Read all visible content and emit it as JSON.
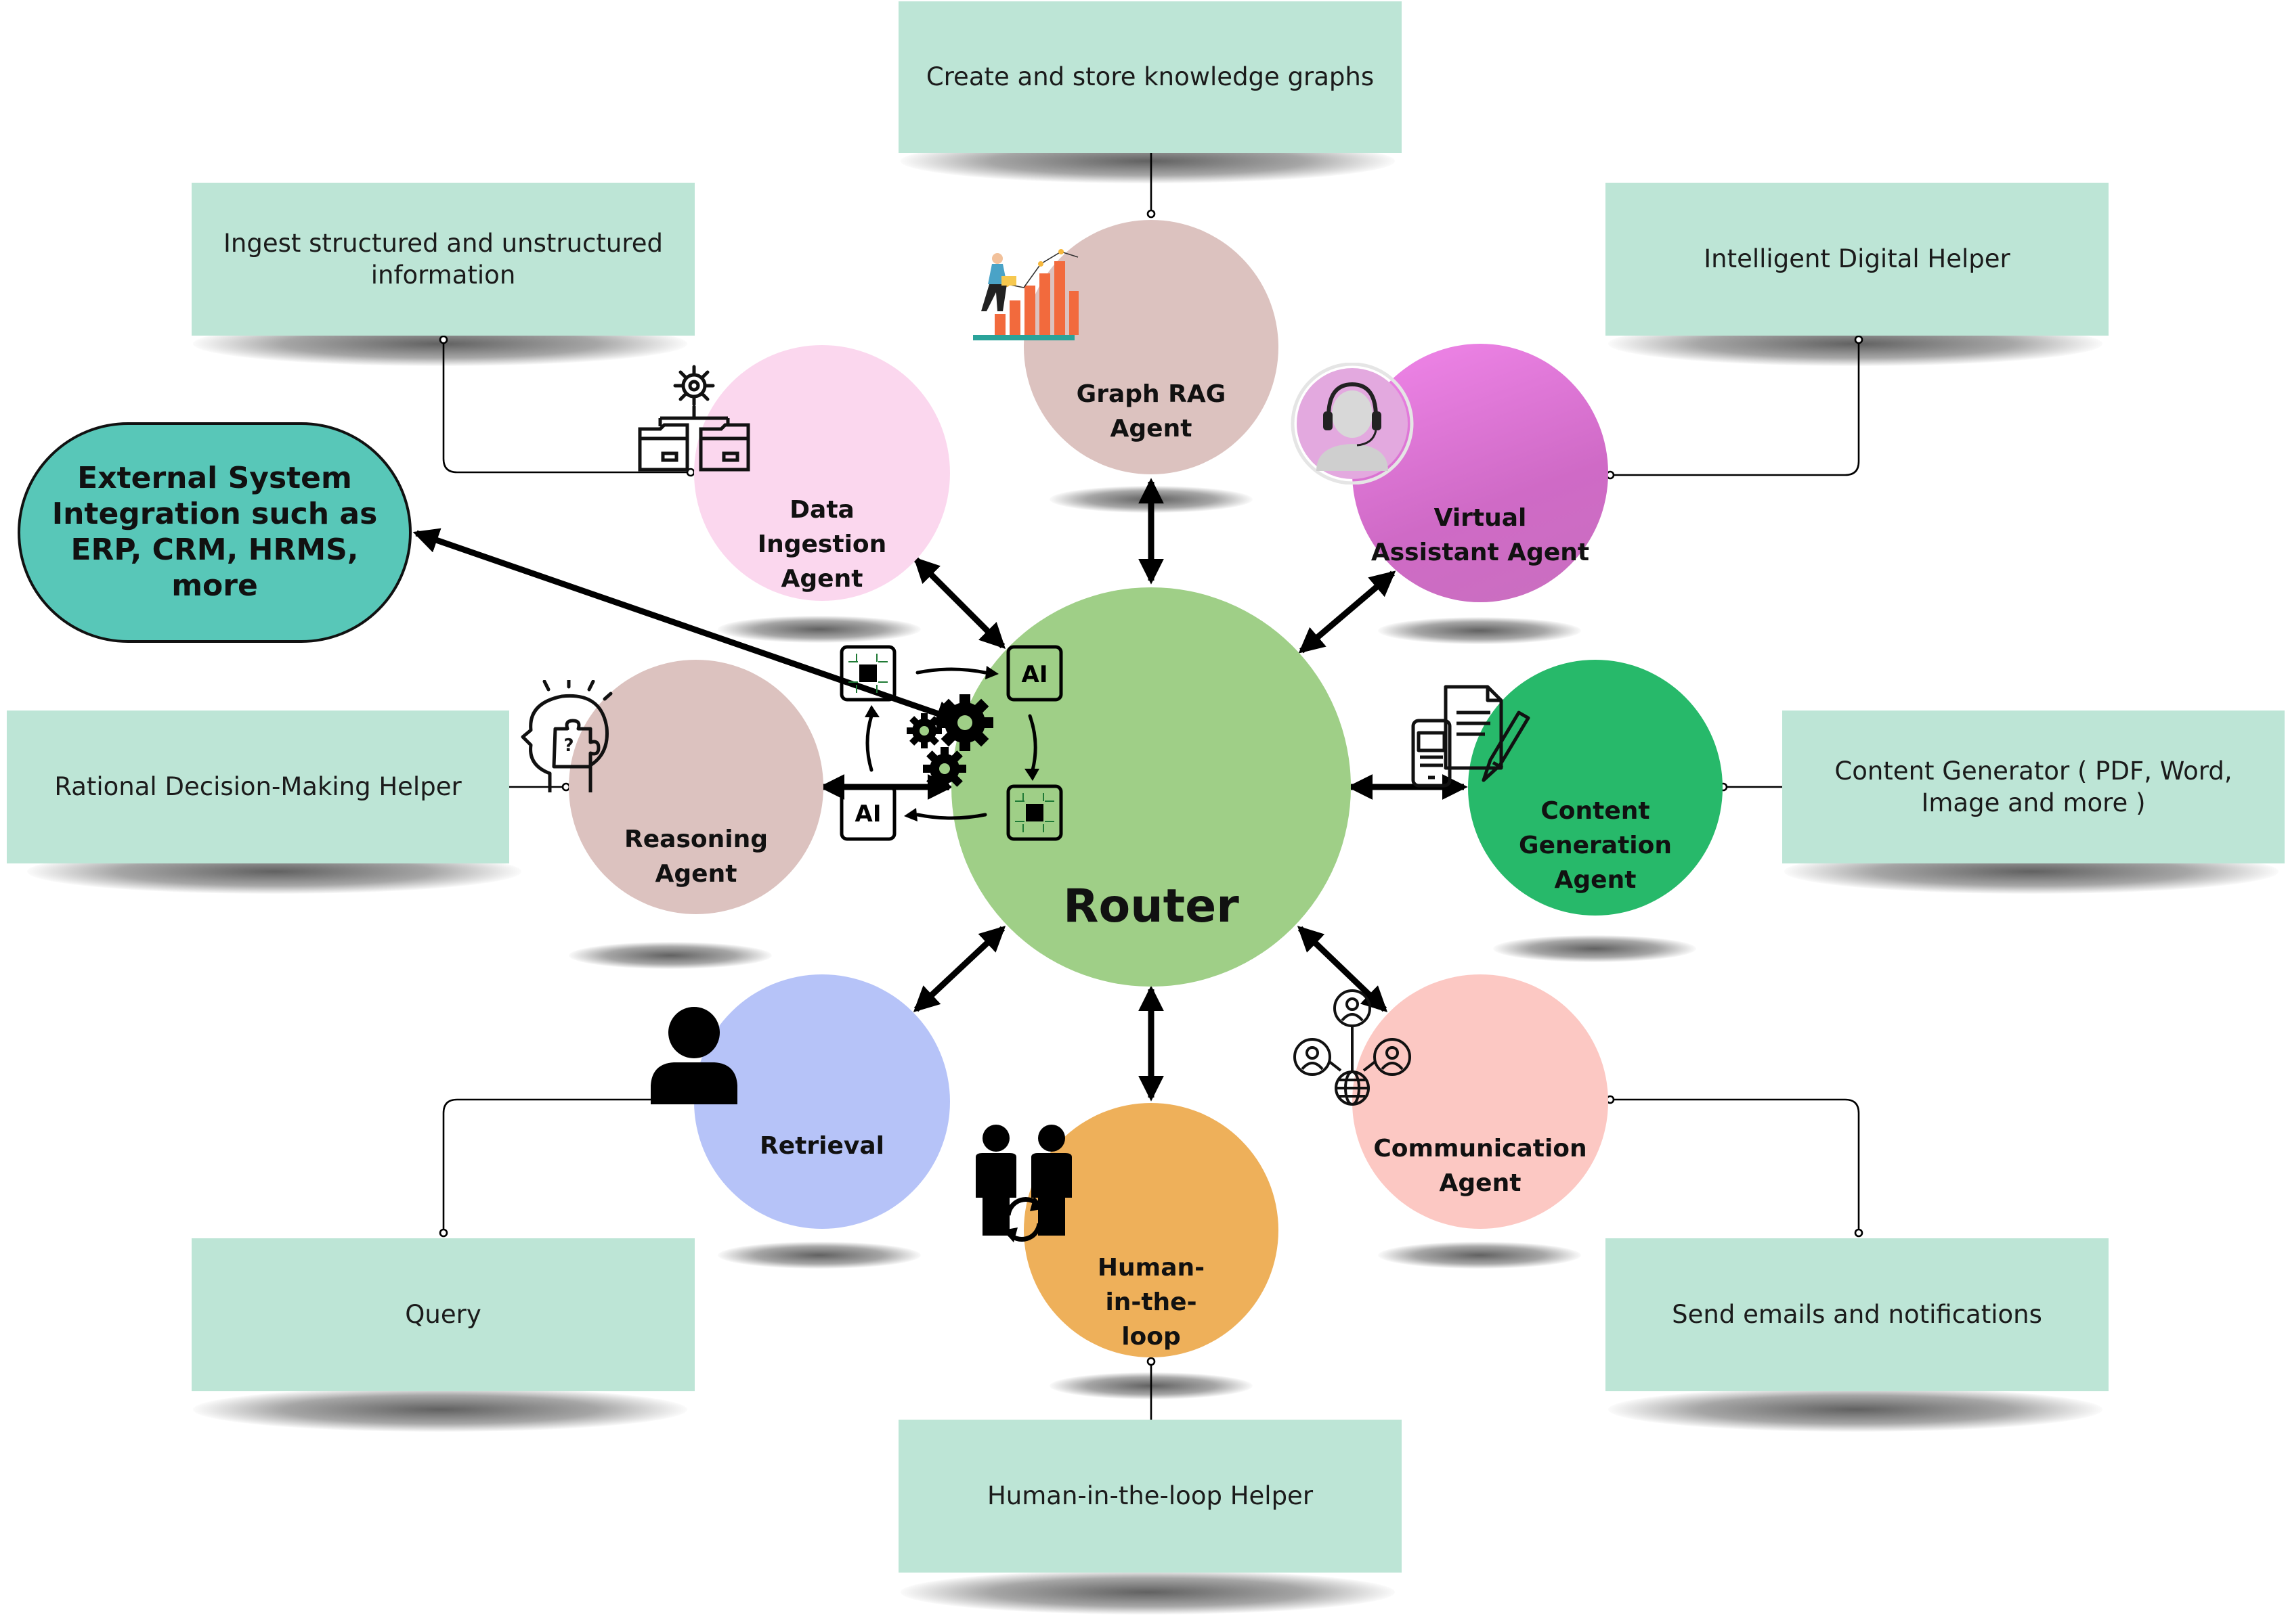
{
  "colors": {
    "box_fill": "#bde5d6",
    "router": "#9fcf87",
    "graph_rag": "#dcc2bf",
    "data_ingestion": "#fbd7ee",
    "virtual_assistant": "#d86fd6",
    "reasoning": "#dcc2bf",
    "content_generation": "#27b96a",
    "retrieval": "#b6c3f8",
    "human_in_the_loop": "#eeb05a",
    "communication": "#fcc8c3",
    "external": "#58c7b8",
    "bars": "#f26a3d"
  },
  "external_system": {
    "text": "External System Integration such as ERP, CRM, HRMS, more"
  },
  "router": {
    "label": "Router",
    "chip_label_1": "AI",
    "chip_label_2": "AI"
  },
  "agents": {
    "graph_rag": {
      "label": "Graph RAG Agent",
      "icon": "bar-chart-person-icon"
    },
    "data_ingestion": {
      "label": "Data Ingestion Agent",
      "icon": "gear-folders-icon"
    },
    "virtual_assistant": {
      "label": "Virtual Assistant Agent",
      "icon": "headset-avatar-icon"
    },
    "reasoning": {
      "label": "Reasoning Agent",
      "icon": "head-puzzle-icon"
    },
    "content_generation": {
      "label": "Content Generation Agent",
      "icon": "documents-pen-icon"
    },
    "retrieval": {
      "label": "Retrieval",
      "icon": "person-icon"
    },
    "human_in_the_loop": {
      "label": "Human-in-the-loop",
      "icon": "two-people-cycle-icon"
    },
    "communication": {
      "label": "Communication Agent",
      "icon": "network-people-globe-icon"
    }
  },
  "boxes": {
    "graph_rag": "Create and store knowledge graphs",
    "data_ingestion": "Ingest structured and unstructured information",
    "virtual_assistant": "Intelligent Digital Helper",
    "reasoning": "Rational Decision-Making Helper",
    "content_generation": "Content Generator ( PDF, Word, Image and more )",
    "retrieval": "Query",
    "communication": "Send emails and notifications",
    "human_in_the_loop": "Human-in-the-loop Helper"
  }
}
